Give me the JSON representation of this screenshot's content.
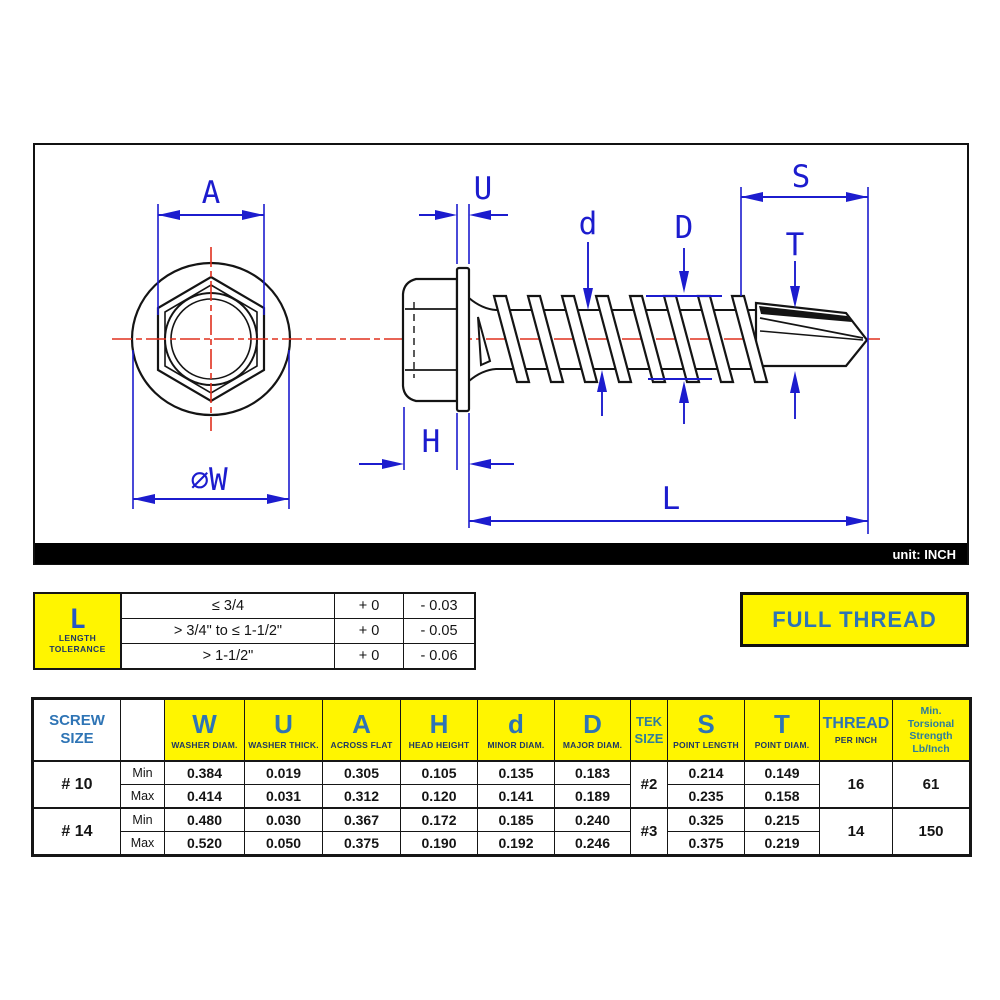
{
  "drawing": {
    "unit_label": "unit: INCH",
    "dim_labels": {
      "a": "A",
      "u": "U",
      "s": "S",
      "d": "d",
      "dmaj": "D",
      "t": "T",
      "h": "H",
      "w": "∅W",
      "l": "L"
    }
  },
  "tolerance_table": {
    "corner": {
      "big": "L",
      "line1": "LENGTH",
      "line2": "TOLERANCE"
    },
    "rows": [
      {
        "range": "≤ 3/4",
        "plus": "+ 0",
        "minus": "- 0.03"
      },
      {
        "range": "> 3/4\" to ≤ 1-1/2\"",
        "plus": "+ 0",
        "minus": "- 0.05"
      },
      {
        "range": "> 1-1/2\"",
        "plus": "+ 0",
        "minus": "- 0.06"
      }
    ]
  },
  "full_thread_label": "FULL THREAD",
  "spec": {
    "screw_header": [
      "SCREW",
      "SIZE"
    ],
    "cols": [
      {
        "big": "W",
        "small": "WASHER DIAM."
      },
      {
        "big": "U",
        "small": "WASHER THICK."
      },
      {
        "big": "A",
        "small": "ACROSS FLAT"
      },
      {
        "big": "H",
        "small": "HEAD HEIGHT"
      },
      {
        "big": "d",
        "small": "MINOR DIAM."
      },
      {
        "big": "D",
        "small": "MAJOR DIAM."
      }
    ],
    "tek_header": [
      "TEK",
      "SIZE"
    ],
    "s_col": {
      "big": "S",
      "small": "POINT LENGTH"
    },
    "t_col": {
      "big": "T",
      "small": "POINT DIAM."
    },
    "thread_header": {
      "big": "THREAD",
      "small": "PER INCH"
    },
    "torsion_header": [
      "Min.",
      "Torsional",
      "Strength",
      "Lb/Inch"
    ],
    "rows": {
      "g10": {
        "size": "# 10",
        "tek": "#2",
        "thread": "16",
        "torsion": "61",
        "min": {
          "label": "Min",
          "vals": [
            "0.384",
            "0.019",
            "0.305",
            "0.105",
            "0.135",
            "0.183",
            "0.214",
            "0.149"
          ]
        },
        "max": {
          "label": "Max",
          "vals": [
            "0.414",
            "0.031",
            "0.312",
            "0.120",
            "0.141",
            "0.189",
            "0.235",
            "0.158"
          ]
        }
      },
      "g14": {
        "size": "# 14",
        "tek": "#3",
        "thread": "14",
        "torsion": "150",
        "min": {
          "label": "Min",
          "vals": [
            "0.480",
            "0.030",
            "0.367",
            "0.172",
            "0.185",
            "0.240",
            "0.325",
            "0.215"
          ]
        },
        "max": {
          "label": "Max",
          "vals": [
            "0.520",
            "0.050",
            "0.375",
            "0.190",
            "0.192",
            "0.246",
            "0.375",
            "0.219"
          ]
        }
      }
    }
  },
  "colors": {
    "accent_blue": "#2E74B5",
    "dark_navy": "#1F3864",
    "teal": "#2E7D9B",
    "dimension_blue": "#1C1CCE",
    "centerline_red": "#E0301E",
    "yellow": "#FFF500"
  }
}
